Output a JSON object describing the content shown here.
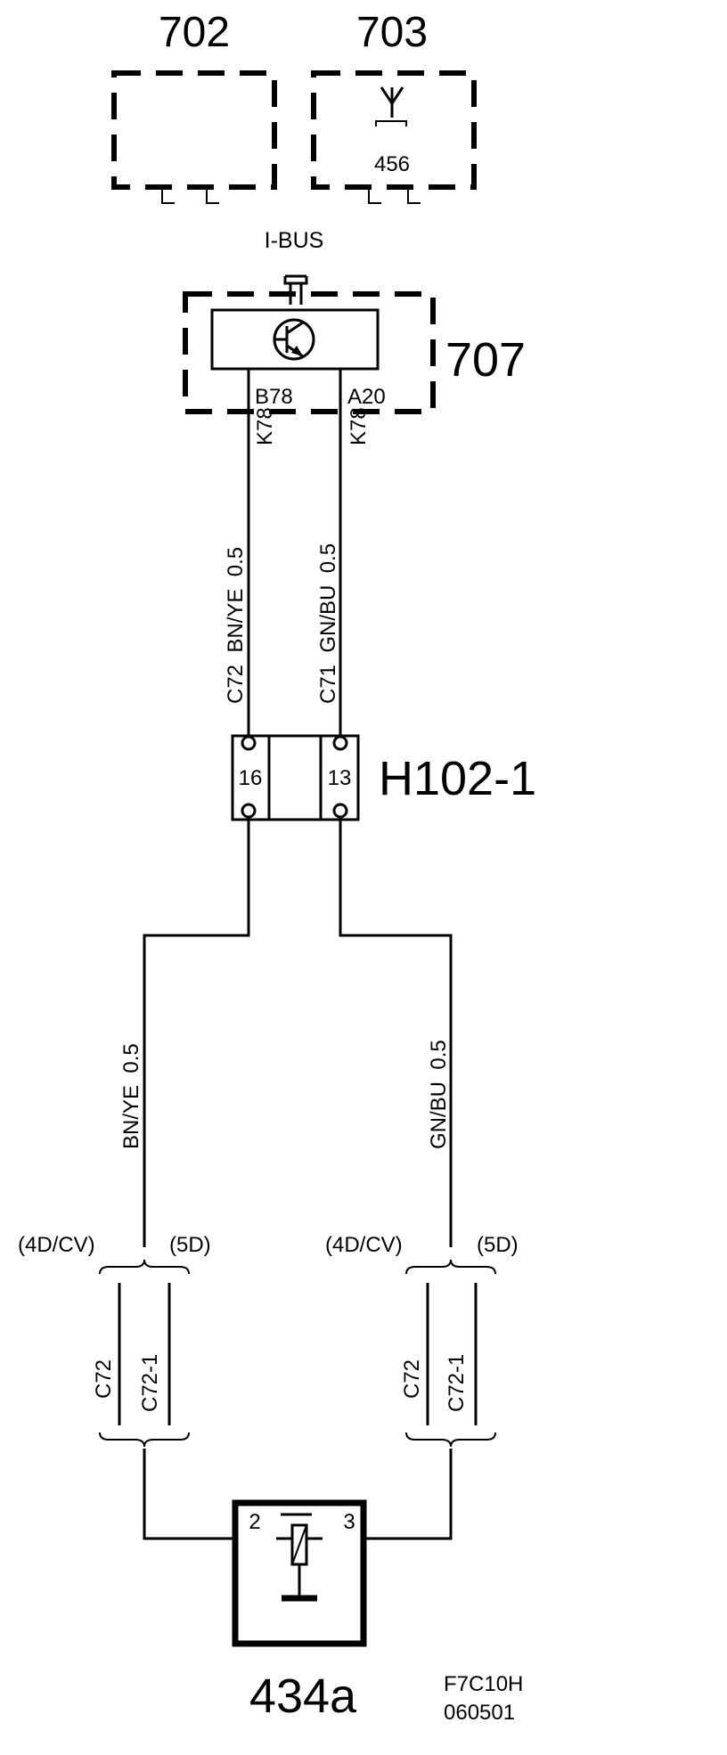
{
  "components": {
    "c702": {
      "id": "702"
    },
    "c703": {
      "id": "703",
      "pin": "456",
      "icon": "antenna-icon"
    },
    "c707": {
      "id": "707",
      "bus": "I-BUS",
      "pin_left": "B78",
      "pin_right": "A20",
      "icon": "transistor-icon"
    },
    "h102": {
      "id": "H102-1",
      "pin_left": "16",
      "pin_right": "13"
    },
    "c434a": {
      "id": "434a",
      "pin_left": "2",
      "pin_right": "3",
      "icon": "solenoid-icon"
    }
  },
  "wires": {
    "upper_left": {
      "connector": "K78",
      "label": "C72  BN/YE  0.5"
    },
    "upper_right": {
      "connector": "K78",
      "label": "C71  GN/BU  0.5"
    },
    "lower_left": {
      "label": "BN/YE  0.5"
    },
    "lower_right": {
      "label": "GN/BU  0.5"
    }
  },
  "splices": {
    "left": {
      "variant_a": "(4D/CV)",
      "variant_b": "(5D)",
      "conn_a": "C72",
      "conn_b": "C72-1"
    },
    "right": {
      "variant_a": "(4D/CV)",
      "variant_b": "(5D)",
      "conn_a": "C72",
      "conn_b": "C72-1"
    }
  },
  "footer": {
    "code": "F7C10H",
    "date": "060501"
  }
}
